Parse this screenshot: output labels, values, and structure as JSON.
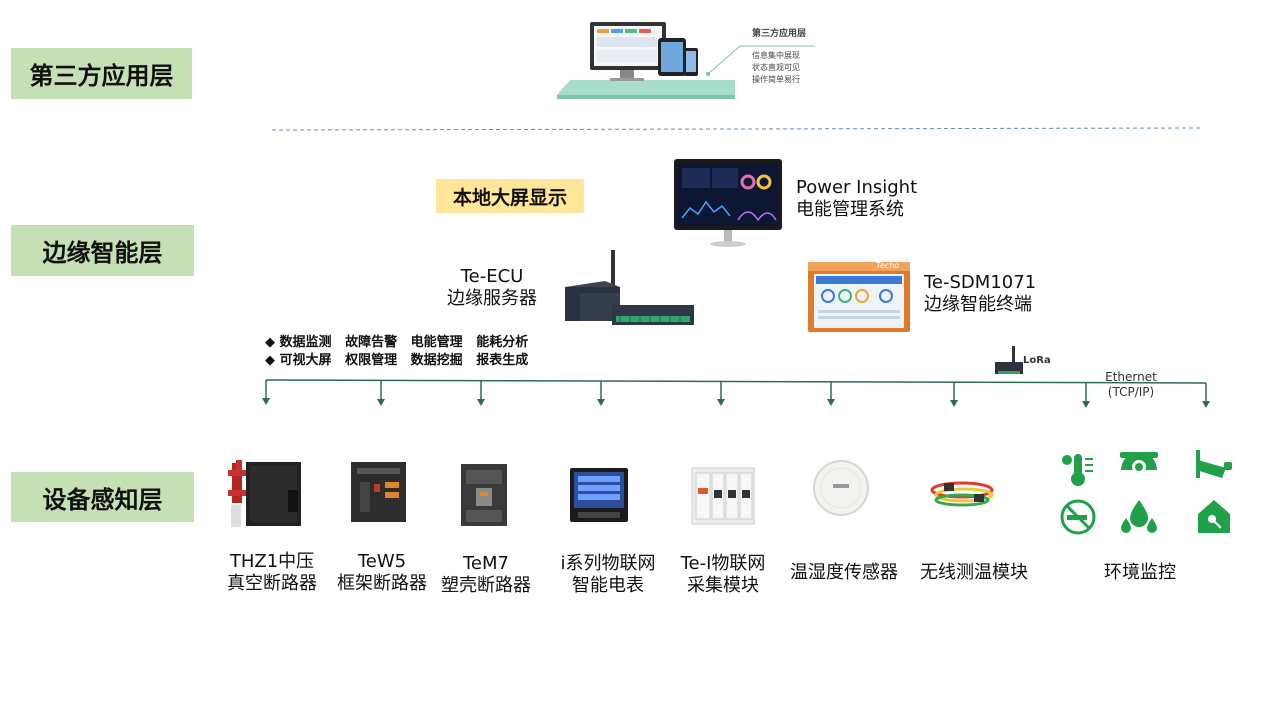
{
  "layers": {
    "app": "第三方应用层",
    "edge": "边缘智能层",
    "device": "设备感知层"
  },
  "third_party": {
    "title": "第三方应用层",
    "lines": [
      "信息集中展现",
      "状态直观可见",
      "操作简单易行"
    ]
  },
  "local_display": "本地大屏显示",
  "power_insight": {
    "line1": "Power Insight",
    "line2": "电能管理系统"
  },
  "ecu": {
    "line1": "Te-ECU",
    "line2": "边缘服务器"
  },
  "sdm": {
    "line1": "Te-SDM1071",
    "line2": "边缘智能终端",
    "brand": "Techo"
  },
  "features": {
    "row1": "◆ 数据监测   故障告警   电能管理   能耗分析",
    "row2": "◆ 可视大屏   权限管理   数据挖掘   报表生成"
  },
  "lora": "LoRa",
  "ethernet": {
    "line1": "Ethernet",
    "line2": "(TCP/IP)"
  },
  "devices": [
    {
      "line1": "THZ1中压",
      "line2": "真空断路器"
    },
    {
      "line1": "TeW5",
      "line2": "框架断路器"
    },
    {
      "line1": "TeM7",
      "line2": "塑壳断路器"
    },
    {
      "line1": "i系列物联网",
      "line2": "智能电表"
    },
    {
      "line1": "Te-I物联网",
      "line2": "采集模块"
    },
    {
      "line1": "温湿度传感器",
      "line2": ""
    },
    {
      "line1": "无线测温模块",
      "line2": ""
    },
    {
      "line1": "环境监控",
      "line2": ""
    }
  ],
  "colors": {
    "layer_bg": "#c5e0b4",
    "highlight": "#ffe699",
    "bus": "#2e6b4f",
    "env_icon": "#21a04a",
    "dashed": "#6a8caf"
  },
  "env_icons": [
    "temperature-icon",
    "camera-dome-icon",
    "cctv-icon",
    "no-smoking-icon",
    "water-drops-icon",
    "smart-home-icon"
  ]
}
